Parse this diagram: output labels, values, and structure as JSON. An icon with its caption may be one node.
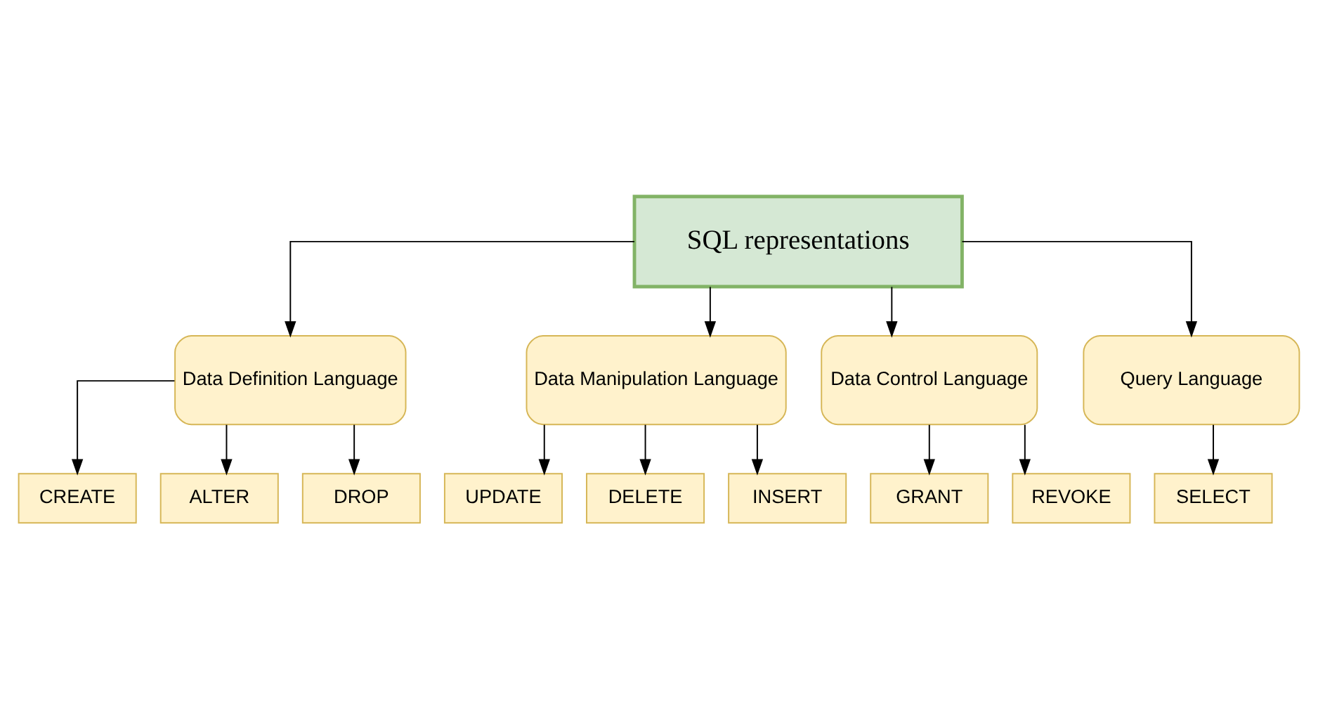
{
  "diagram": {
    "nodes": [
      {
        "text": [
          "SQL representations"
        ]
      },
      {
        "text": [
          "Data Definition Language"
        ]
      },
      {
        "text": [
          "Data Manipulation Language"
        ]
      },
      {
        "text": [
          "Data Control Language"
        ]
      },
      {
        "text": [
          "Query Language"
        ]
      },
      {
        "text": [
          "CREATE"
        ]
      },
      {
        "text": [
          "ALTER"
        ]
      },
      {
        "text": [
          "DROP"
        ]
      },
      {
        "text": [
          "UPDATE"
        ]
      },
      {
        "text": [
          "DELETE"
        ]
      },
      {
        "text": [
          "INSERT"
        ]
      },
      {
        "text": [
          "GRANT"
        ]
      },
      {
        "text": [
          "REVOKE"
        ]
      },
      {
        "text": [
          "SELECT"
        ]
      }
    ],
    "edges": [
      {
        "from": 0,
        "to": 1,
        "arrow": "to"
      },
      {
        "from": 0,
        "to": 2,
        "arrow": "to"
      },
      {
        "from": 0,
        "to": 3,
        "arrow": "to"
      },
      {
        "from": 0,
        "to": 4,
        "arrow": "to"
      },
      {
        "from": 1,
        "to": 5,
        "arrow": "to"
      },
      {
        "from": 1,
        "to": 6,
        "arrow": "to"
      },
      {
        "from": 1,
        "to": 7,
        "arrow": "to"
      },
      {
        "from": 2,
        "to": 8,
        "arrow": "to"
      },
      {
        "from": 2,
        "to": 9,
        "arrow": "to"
      },
      {
        "from": 2,
        "to": 10,
        "arrow": "to"
      },
      {
        "from": 3,
        "to": 11,
        "arrow": "to"
      },
      {
        "from": 3,
        "to": 12,
        "arrow": "to"
      },
      {
        "from": 4,
        "to": 13,
        "arrow": "to"
      }
    ]
  }
}
